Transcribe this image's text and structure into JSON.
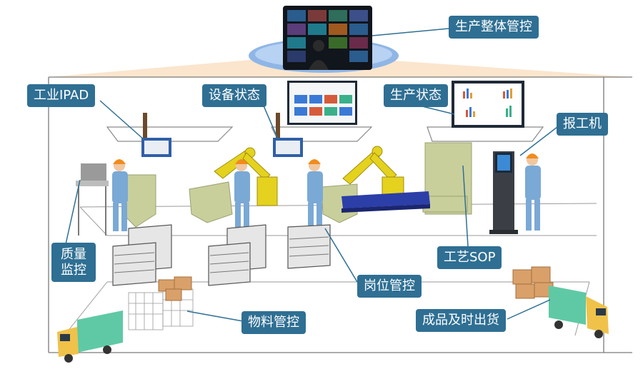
{
  "labels": {
    "production_overall_control": "生产整体管控",
    "industrial_ipad": "工业IPAD",
    "equipment_status": "设备状态",
    "production_status": "生产状态",
    "reporting_machine": "报工机",
    "quality_monitoring_line1": "质量",
    "quality_monitoring_line2": "监控",
    "process_sop": "工艺SOP",
    "workstation_control": "岗位管控",
    "material_control": "物料管控",
    "finished_goods_shipping": "成品及时出货"
  },
  "colors": {
    "label_bg": "#2f6f93",
    "label_text": "#ffffff",
    "worker_blue": "#7aa9d6",
    "worker_hat": "#f08c1e",
    "machine_olive": "#c9cf9b",
    "robot_yellow": "#e4d21e",
    "truck_green": "#5fc9a5",
    "truck_yellow": "#f0c24a",
    "box_brown": "#d9a06a",
    "conveyor_blue": "#2c3ea8"
  }
}
